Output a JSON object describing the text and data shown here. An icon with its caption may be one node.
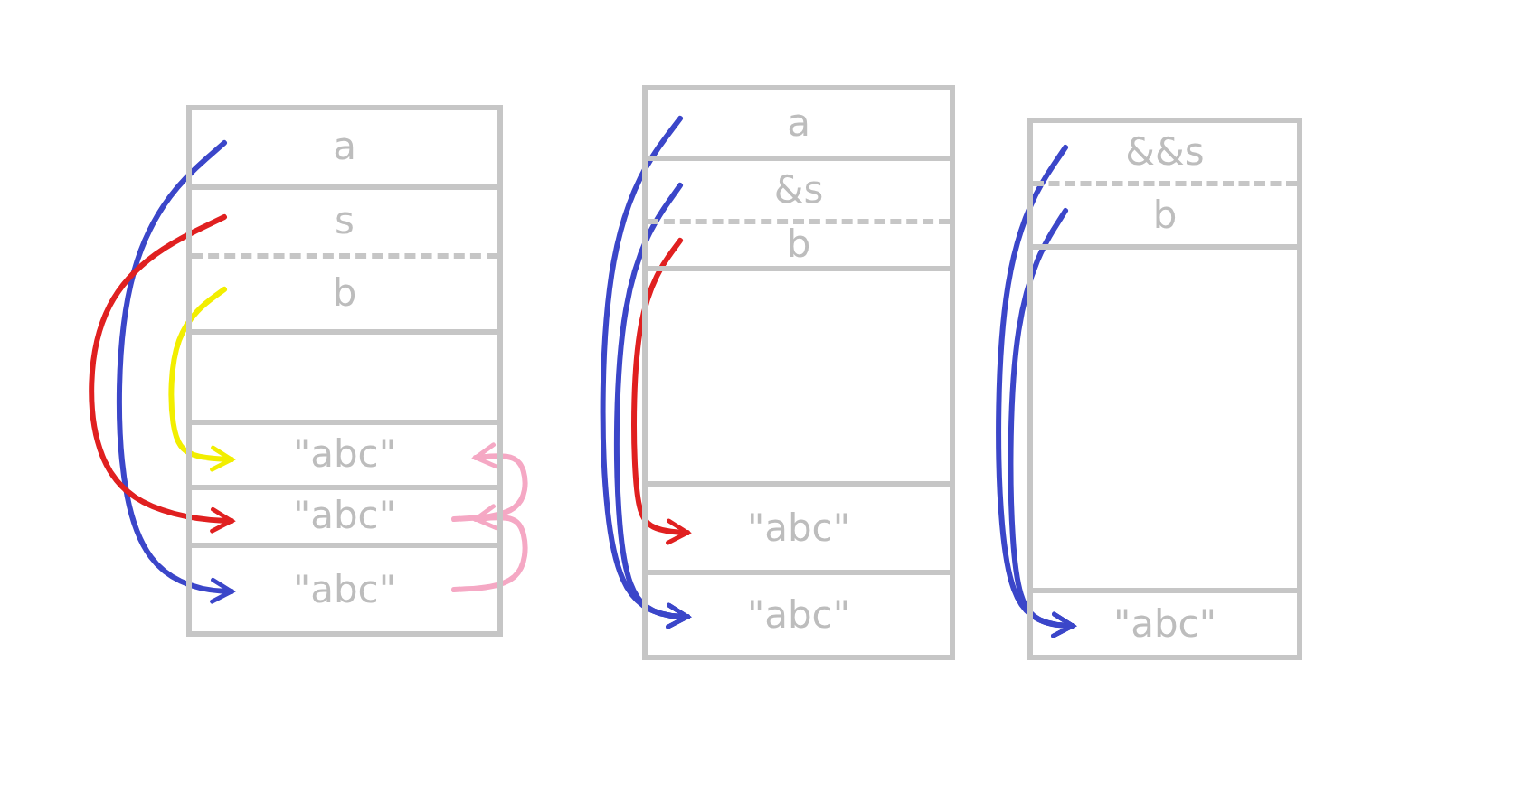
{
  "diagram": {
    "nodes": [
      {
        "text": [],
        "shape": "box"
      },
      {
        "text": [
          "a"
        ],
        "in": 0
      },
      {
        "text": [
          "s"
        ],
        "in": 0
      },
      {
        "text": [
          "b"
        ],
        "in": 0
      },
      {
        "text": [],
        "shape": "box",
        "in": 0
      },
      {
        "text": [
          "\"abc\""
        ],
        "in": 0
      },
      {
        "text": [
          "\"abc\""
        ],
        "in": 0
      },
      {
        "text": [
          "\"abc\""
        ],
        "in": 0
      },
      {
        "text": [],
        "shape": "box"
      },
      {
        "text": [
          "a"
        ],
        "in": 8
      },
      {
        "text": [
          "&s"
        ],
        "in": 8
      },
      {
        "text": [
          "b"
        ],
        "in": 8
      },
      {
        "text": [],
        "shape": "box",
        "in": 8
      },
      {
        "text": [
          "\"abc\""
        ],
        "in": 8
      },
      {
        "text": [
          "\"abc\""
        ],
        "in": 8
      },
      {
        "text": [],
        "shape": "box"
      },
      {
        "text": [
          "&&s"
        ],
        "in": 15
      },
      {
        "text": [
          "b"
        ],
        "in": 15
      },
      {
        "text": [],
        "shape": "box",
        "in": 15
      },
      {
        "text": [
          "\"abc\""
        ],
        "in": 15
      }
    ],
    "edges": [
      {
        "from": 1,
        "to": 7,
        "arrow": "to"
      },
      {
        "from": 2,
        "to": 6,
        "arrow": "to",
        "color": "#e02020"
      },
      {
        "from": 3,
        "to": 5,
        "arrow": "to",
        "color": "#f2ee00"
      },
      {
        "from": 7,
        "to": 6,
        "arrow": "to",
        "color": "#f5a8c4"
      },
      {
        "from": 6,
        "to": 5,
        "arrow": "to",
        "color": "#f5a8c4"
      },
      {
        "from": 9,
        "to": 14,
        "arrow": "to"
      },
      {
        "from": 10,
        "to": 14,
        "arrow": "to"
      },
      {
        "from": 11,
        "to": 13,
        "arrow": "to",
        "color": "#e02020"
      },
      {
        "from": 16,
        "to": 19,
        "arrow": "to"
      },
      {
        "from": 17,
        "to": 19,
        "arrow": "to"
      }
    ]
  }
}
